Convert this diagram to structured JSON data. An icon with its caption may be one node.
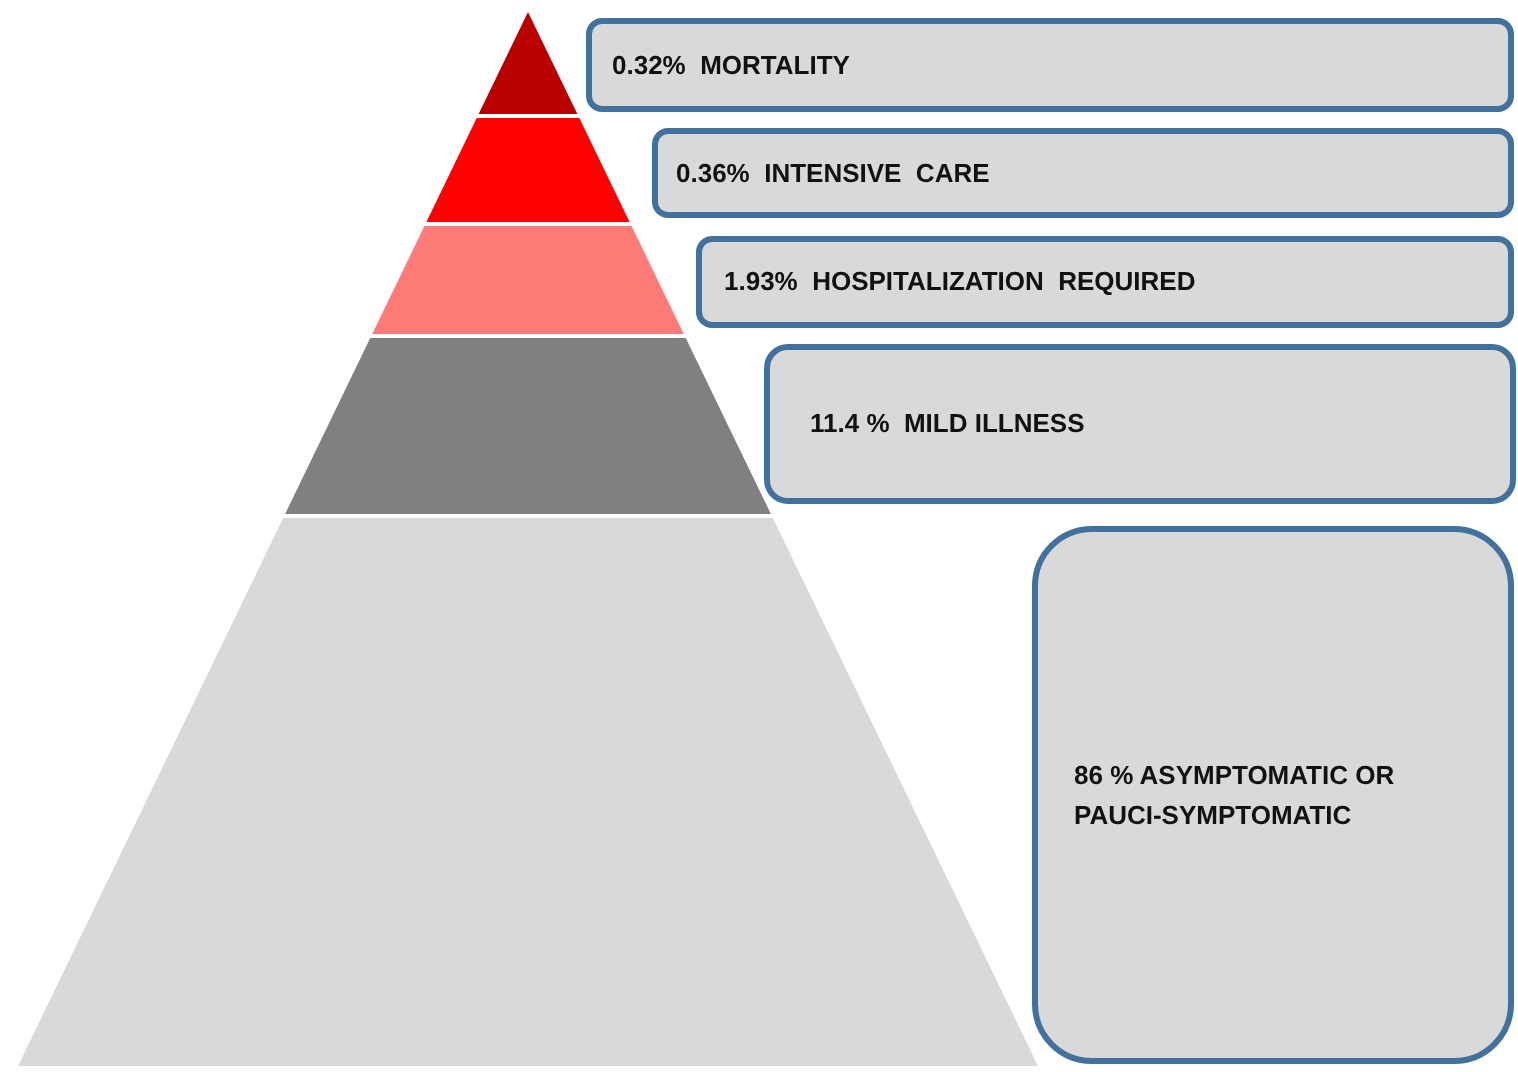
{
  "diagram": {
    "nodes": [
      {
        "text": [
          "0.32%  MORTALITY"
        ]
      },
      {
        "text": [
          "0.36%  INTENSIVE  CARE"
        ]
      },
      {
        "text": [
          "1.93%  HOSPITALIZATION  REQUIRED"
        ]
      },
      {
        "text": [
          "11.4 %  MILD ILLNESS"
        ]
      },
      {
        "text": [
          "86 % ASYMPTOMATIC OR PAUCI-SYMPTOMATIC"
        ]
      }
    ]
  }
}
